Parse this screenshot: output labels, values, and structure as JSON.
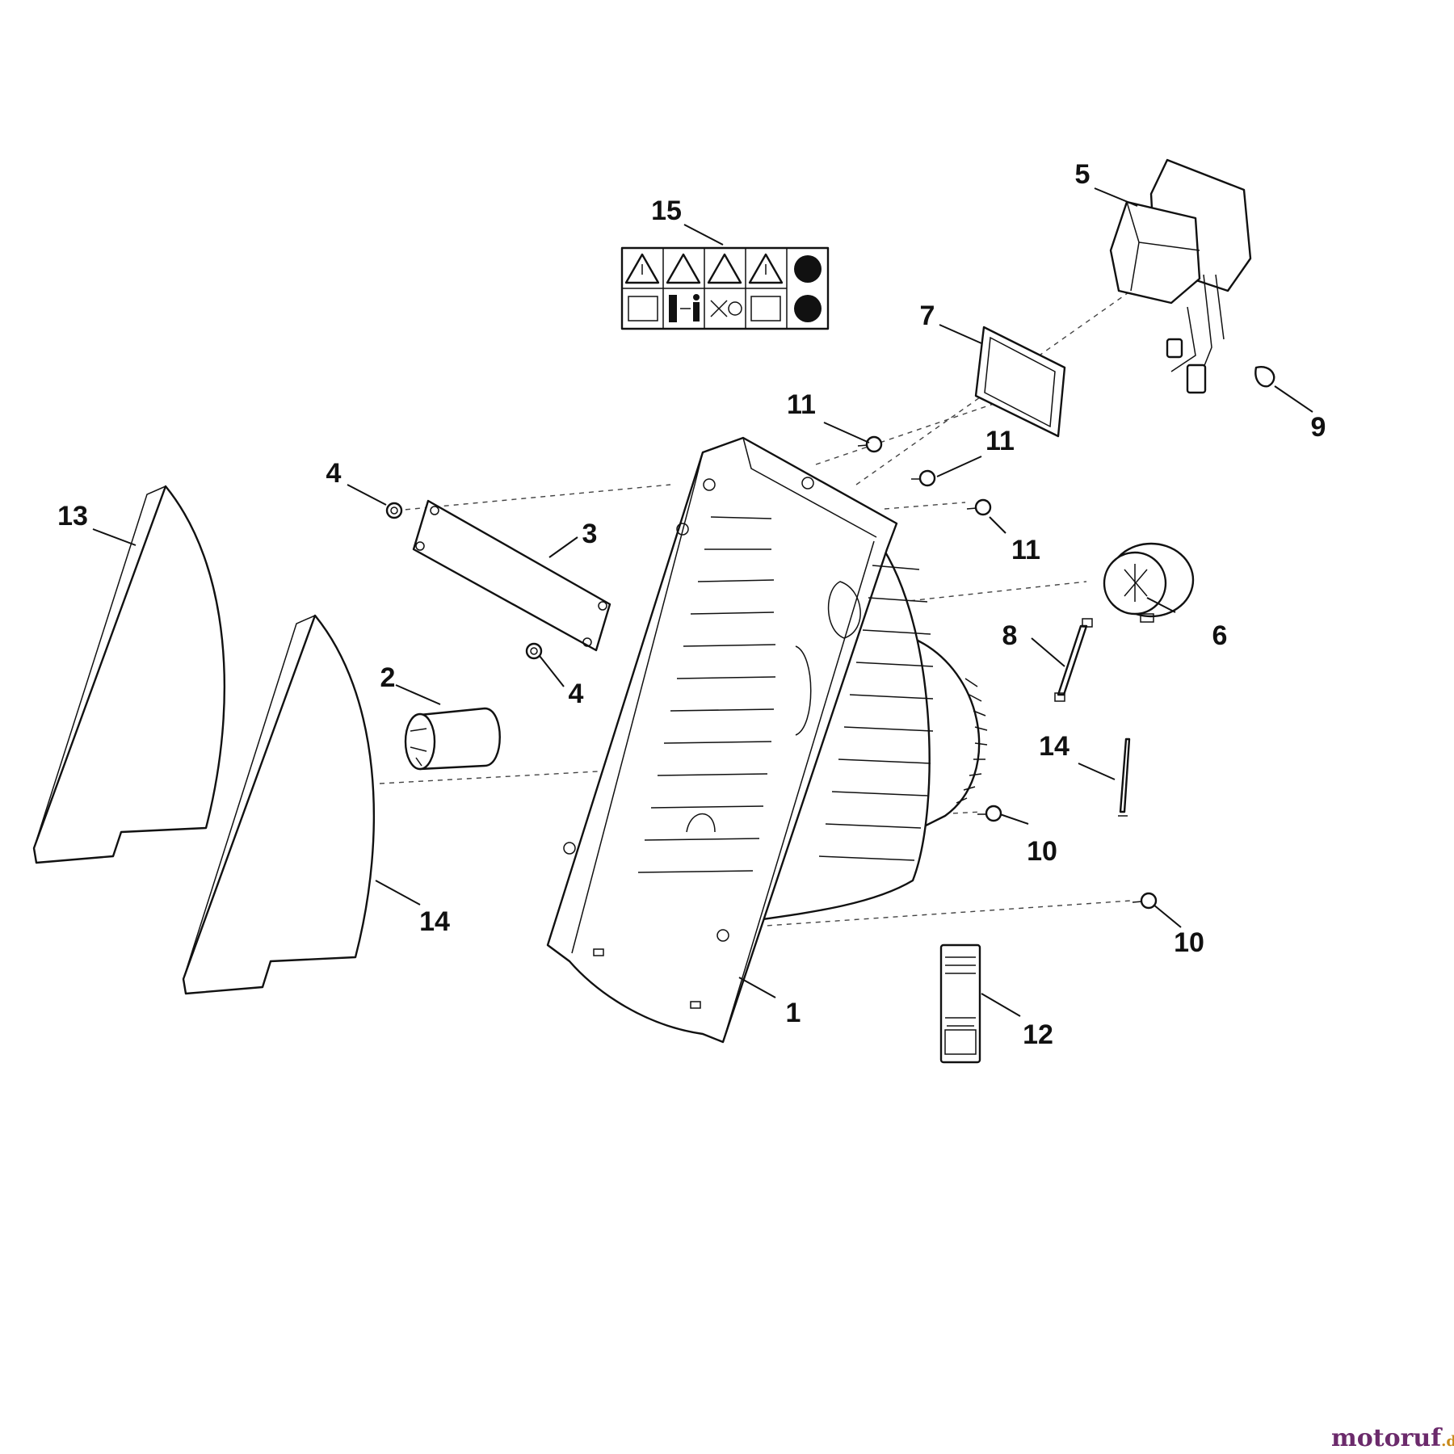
{
  "callouts": [
    {
      "id": "c1",
      "text": "1"
    },
    {
      "id": "c2",
      "text": "2"
    },
    {
      "id": "c3",
      "text": "3"
    },
    {
      "id": "c4a",
      "text": "4"
    },
    {
      "id": "c4b",
      "text": "4"
    },
    {
      "id": "c5",
      "text": "5"
    },
    {
      "id": "c6",
      "text": "6"
    },
    {
      "id": "c7",
      "text": "7"
    },
    {
      "id": "c8",
      "text": "8"
    },
    {
      "id": "c9",
      "text": "9"
    },
    {
      "id": "c10a",
      "text": "10"
    },
    {
      "id": "c10b",
      "text": "10"
    },
    {
      "id": "c11a",
      "text": "11"
    },
    {
      "id": "c11b",
      "text": "11"
    },
    {
      "id": "c11c",
      "text": "11"
    },
    {
      "id": "c12",
      "text": "12"
    },
    {
      "id": "c13",
      "text": "13"
    },
    {
      "id": "c14a",
      "text": "14"
    },
    {
      "id": "c14b",
      "text": "14"
    },
    {
      "id": "c15",
      "text": "15"
    }
  ],
  "watermark": {
    "brand": "motoruf",
    "suffix": ".de",
    "brand_color": "#6b2a6b",
    "dot_color": "#c98a1a"
  },
  "icons": [
    "warning-triangle-icon",
    "safety-glasses-icon",
    "manual-icon",
    "distance-icon",
    "ear-protection-icon",
    "gloves-icon"
  ]
}
